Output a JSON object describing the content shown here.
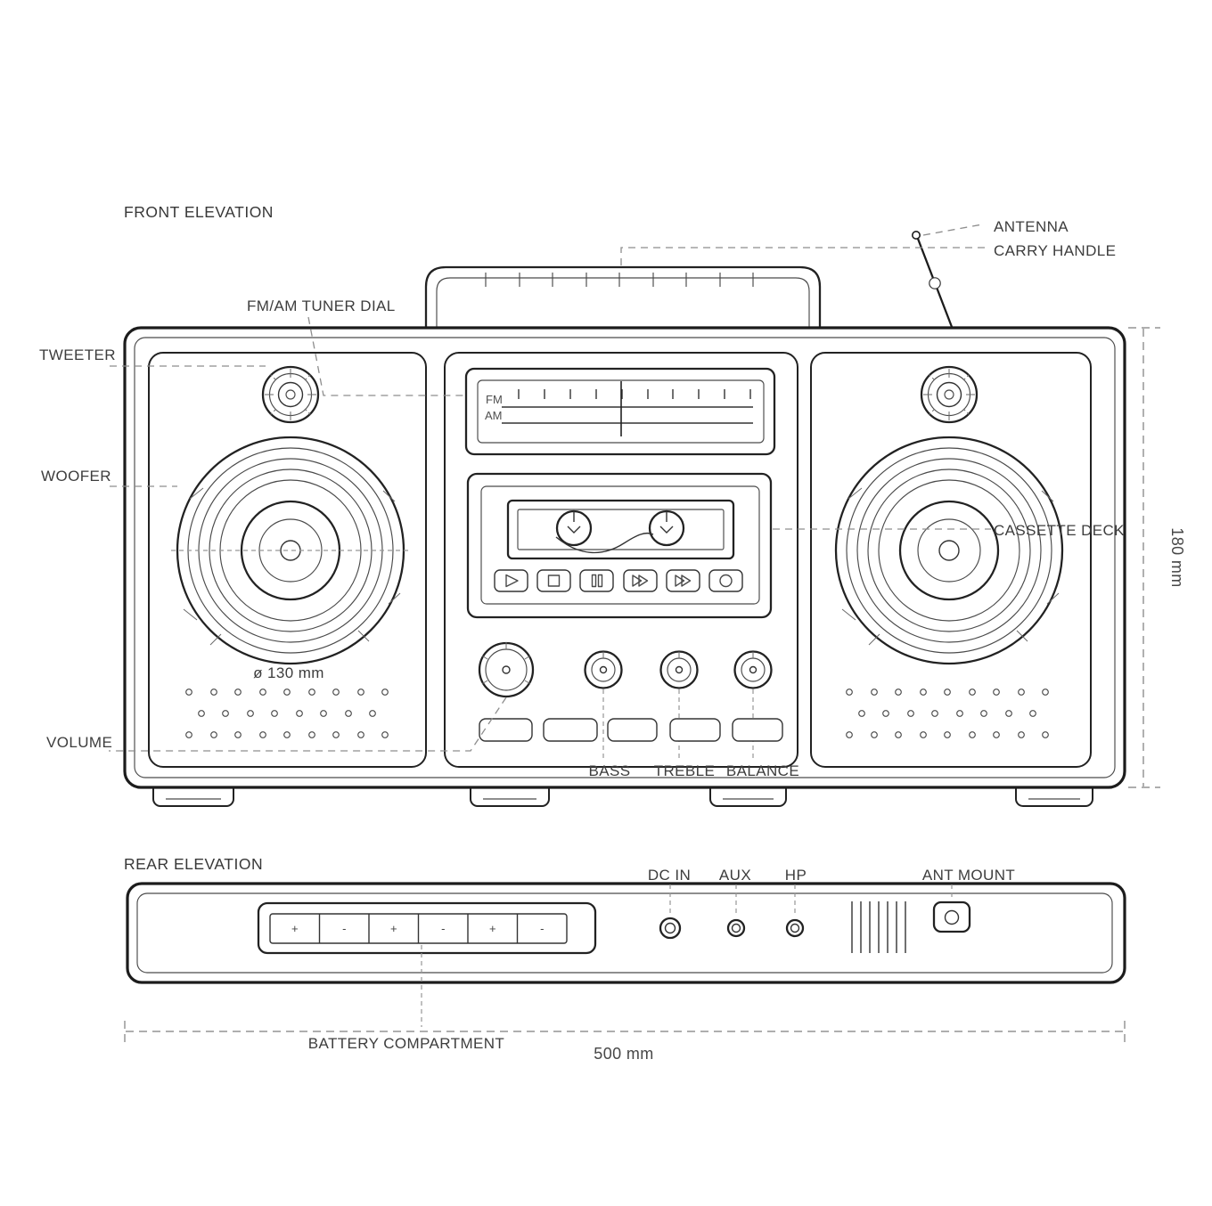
{
  "front": {
    "title": "FRONT ELEVATION",
    "callouts": {
      "tuner": "FM/AM TUNER DIAL",
      "antenna": "ANTENNA",
      "carry_handle": "CARRY HANDLE",
      "tweeter": "TWEETER",
      "woofer": "WOOFER",
      "volume": "VOLUME",
      "bass": "BASS",
      "treble": "TREBLE",
      "balance": "BALANCE",
      "cassette_deck": "CASSETTE DECK",
      "woofer_diameter": "ø 130 mm"
    },
    "tuner_dial": {
      "fm_label": "FM",
      "am_label": "AM"
    },
    "dimension_height": "180 mm"
  },
  "rear": {
    "title": "REAR ELEVATION",
    "callouts": {
      "dc_in": "DC IN",
      "aux": "AUX",
      "hp": "HP",
      "ant_mount": "ANT MOUNT",
      "battery": "BATTERY COMPARTMENT"
    },
    "battery_cells": [
      "+",
      "-",
      "+",
      "-",
      "+",
      "-"
    ],
    "dimension_width": "500 mm"
  },
  "colors": {
    "outline": "#1c1c1c",
    "thin_line": "#4a4a4a",
    "leader": "#8d8d8d",
    "text": "#3d3d3d",
    "background": "#ffffff"
  }
}
